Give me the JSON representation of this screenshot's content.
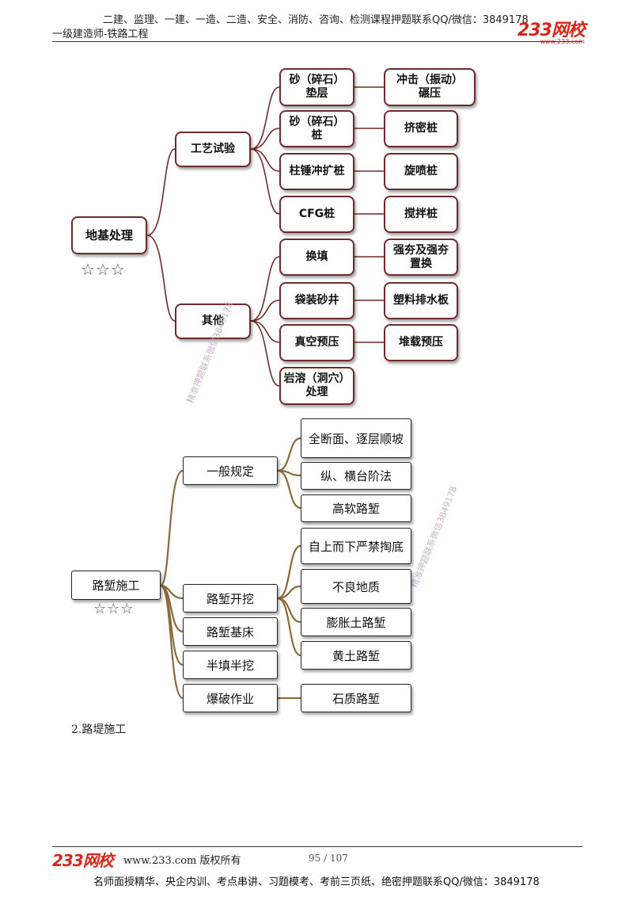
{
  "header": {
    "line1": "二建、监理、一建、一造、二造、安全、消防、咨询、检测课程押题联系QQ/微信：3849178",
    "line2": "一级建造师-铁路工程",
    "logo": "233网校",
    "logo_sub": "www.233.com"
  },
  "map1": {
    "root": "地基处理",
    "stars": "☆☆☆",
    "branches": [
      {
        "label": "工艺试验",
        "children": [
          {
            "label": "砂（碎石）\n垫层",
            "leaf": "冲击（振动）\n碾压"
          },
          {
            "label": "砂（碎石）\n桩",
            "leaf": "挤密桩"
          },
          {
            "label": "柱锤冲扩桩",
            "leaf": "旋喷桩"
          },
          {
            "label": "CFG桩",
            "leaf": "搅拌桩"
          }
        ]
      },
      {
        "label": "其他",
        "children": [
          {
            "label": "换填",
            "leaf": "强夯及强夯\n置换"
          },
          {
            "label": "袋装砂井",
            "leaf": "塑料排水板"
          },
          {
            "label": "真空预压",
            "leaf": "堆载预压"
          },
          {
            "label": "岩溶（洞穴）\n处理",
            "leaf": ""
          }
        ]
      }
    ]
  },
  "map2": {
    "root": "路堑施工",
    "stars": "☆☆☆",
    "branches": [
      {
        "label": "一般规定",
        "children": [
          "全断面、逐层顺坡",
          "纵、横台阶法",
          "高软路堑"
        ]
      },
      {
        "label": "路堑开挖",
        "children": [
          "自上而下严禁掏底",
          "不良地质",
          "膨胀土路堑",
          "黄土路堑"
        ]
      },
      {
        "label": "路堑基床",
        "children": []
      },
      {
        "label": "半填半挖",
        "children": []
      },
      {
        "label": "爆破作业",
        "children": [
          "石质路堑"
        ]
      }
    ]
  },
  "section_label": "2.路堤施工",
  "footer": {
    "logo": "233网校",
    "site": "www.233.com 版权所有",
    "page": "95 / 107",
    "slogan": "名师面授精华、央企内训、考点串讲、习题模考、考前三页纸、绝密押题联系QQ/微信：3849178"
  },
  "watermark": {
    "text1": "精准押题联系微信3849178",
    "text2": "精准押题联系微信3849178"
  },
  "colors": {
    "map1_border": "#6e2b2b",
    "map1_line": "#6e2b2b",
    "map2_line": "#8a6a3c",
    "logo_red": "#d9261c"
  }
}
